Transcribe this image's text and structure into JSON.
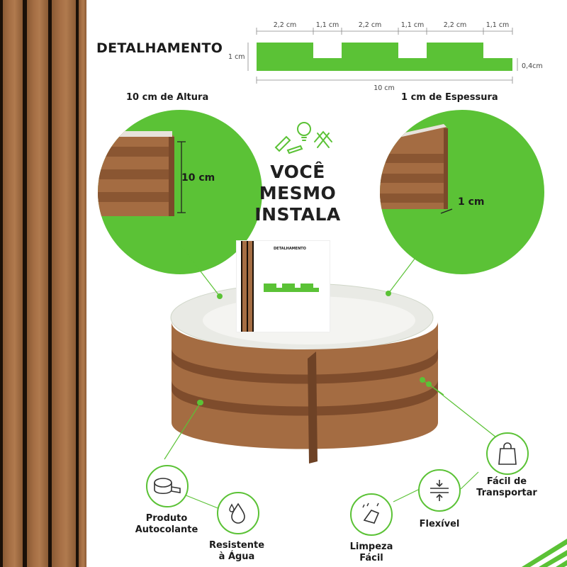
{
  "header": {
    "title": "DETALHAMENTO"
  },
  "diagram": {
    "segments": [
      "2,2 cm",
      "1,1 cm",
      "2,2 cm",
      "1,1 cm",
      "2,2 cm",
      "1,1 cm"
    ],
    "height_label": "1 cm",
    "depth_label": "0,4cm",
    "total_label": "10 cm",
    "color": "#5bc236"
  },
  "zoom_left": {
    "caption": "10 cm de Altura",
    "measure": "10 cm"
  },
  "zoom_right": {
    "caption": "1 cm de Espessura",
    "measure": "1 cm"
  },
  "center": {
    "line1": "VOCÊ",
    "line2": "MESMO",
    "line3": "INSTALA"
  },
  "thumbnail": {
    "title": "DETALHAMENTO"
  },
  "features": [
    {
      "icon": "adhesive-tape-icon",
      "line1": "Produto",
      "line2": "Autocolante"
    },
    {
      "icon": "water-drops-icon",
      "line1": "Resistente",
      "line2": "à Água"
    },
    {
      "icon": "cleaning-hand-icon",
      "line1": "Limpeza",
      "line2": "Fácil"
    },
    {
      "icon": "flex-arrows-icon",
      "line1": "Flexível",
      "line2": ""
    },
    {
      "icon": "shopping-bag-icon",
      "line1": "Fácil de",
      "line2": "Transportar"
    }
  ],
  "colors": {
    "accent": "#5bc236",
    "wood": "#a56e44",
    "text": "#1b1b1b"
  }
}
